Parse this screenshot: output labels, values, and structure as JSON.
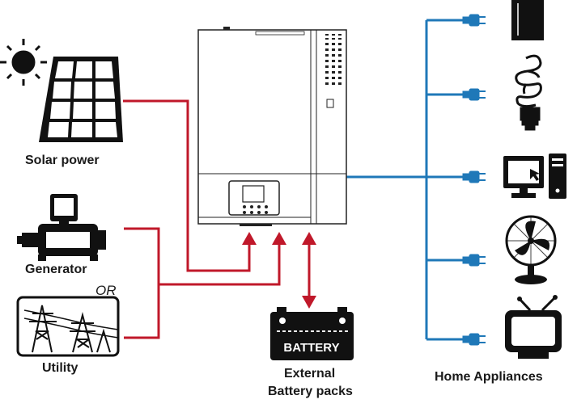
{
  "sources": {
    "solar_label": "Solar power",
    "generator_label": "Generator",
    "or_label": "OR",
    "utility_label": "Utility"
  },
  "battery": {
    "box_text": "BATTERY",
    "label_line1": "External",
    "label_line2": "Battery packs"
  },
  "appliances": {
    "label": "Home Appliances",
    "items": [
      "refrigerator-icon",
      "bulb-icon",
      "computer-icon",
      "fan-icon",
      "tv-icon"
    ]
  },
  "colors": {
    "ac_input_line": "#c0182a",
    "ac_output_line": "#1f78b8",
    "outline": "#222222"
  }
}
